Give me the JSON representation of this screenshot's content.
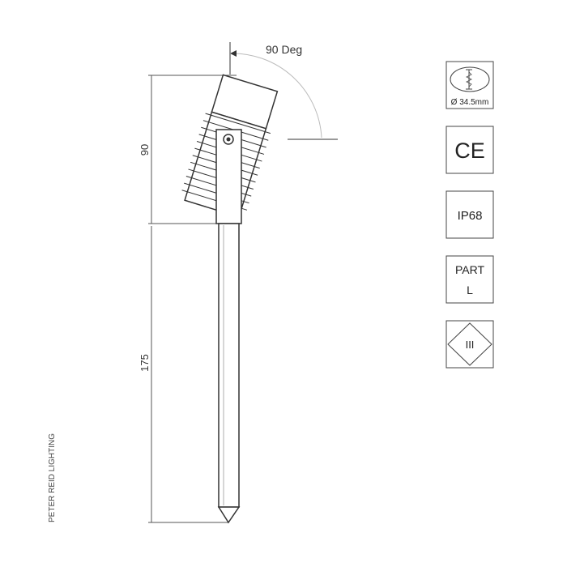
{
  "drawing": {
    "angle_label": "90 Deg",
    "dimensions": {
      "head_height": "90",
      "stake_length": "175"
    },
    "brand": "PETER REID LIGHTING"
  },
  "badges": {
    "cutout": {
      "label": "Ø 34.5mm",
      "icon": "cutout-diameter-icon"
    },
    "ce": {
      "label": "CE"
    },
    "ip": {
      "label": "IP68"
    },
    "part_l": {
      "line1": "PART",
      "line2": "L"
    },
    "class3": {
      "label": "III",
      "icon": "class-iii-diamond-icon"
    }
  },
  "colors": {
    "line": "#333333",
    "dimension_line": "#555555",
    "angle_arc": "#bbbbbb"
  }
}
